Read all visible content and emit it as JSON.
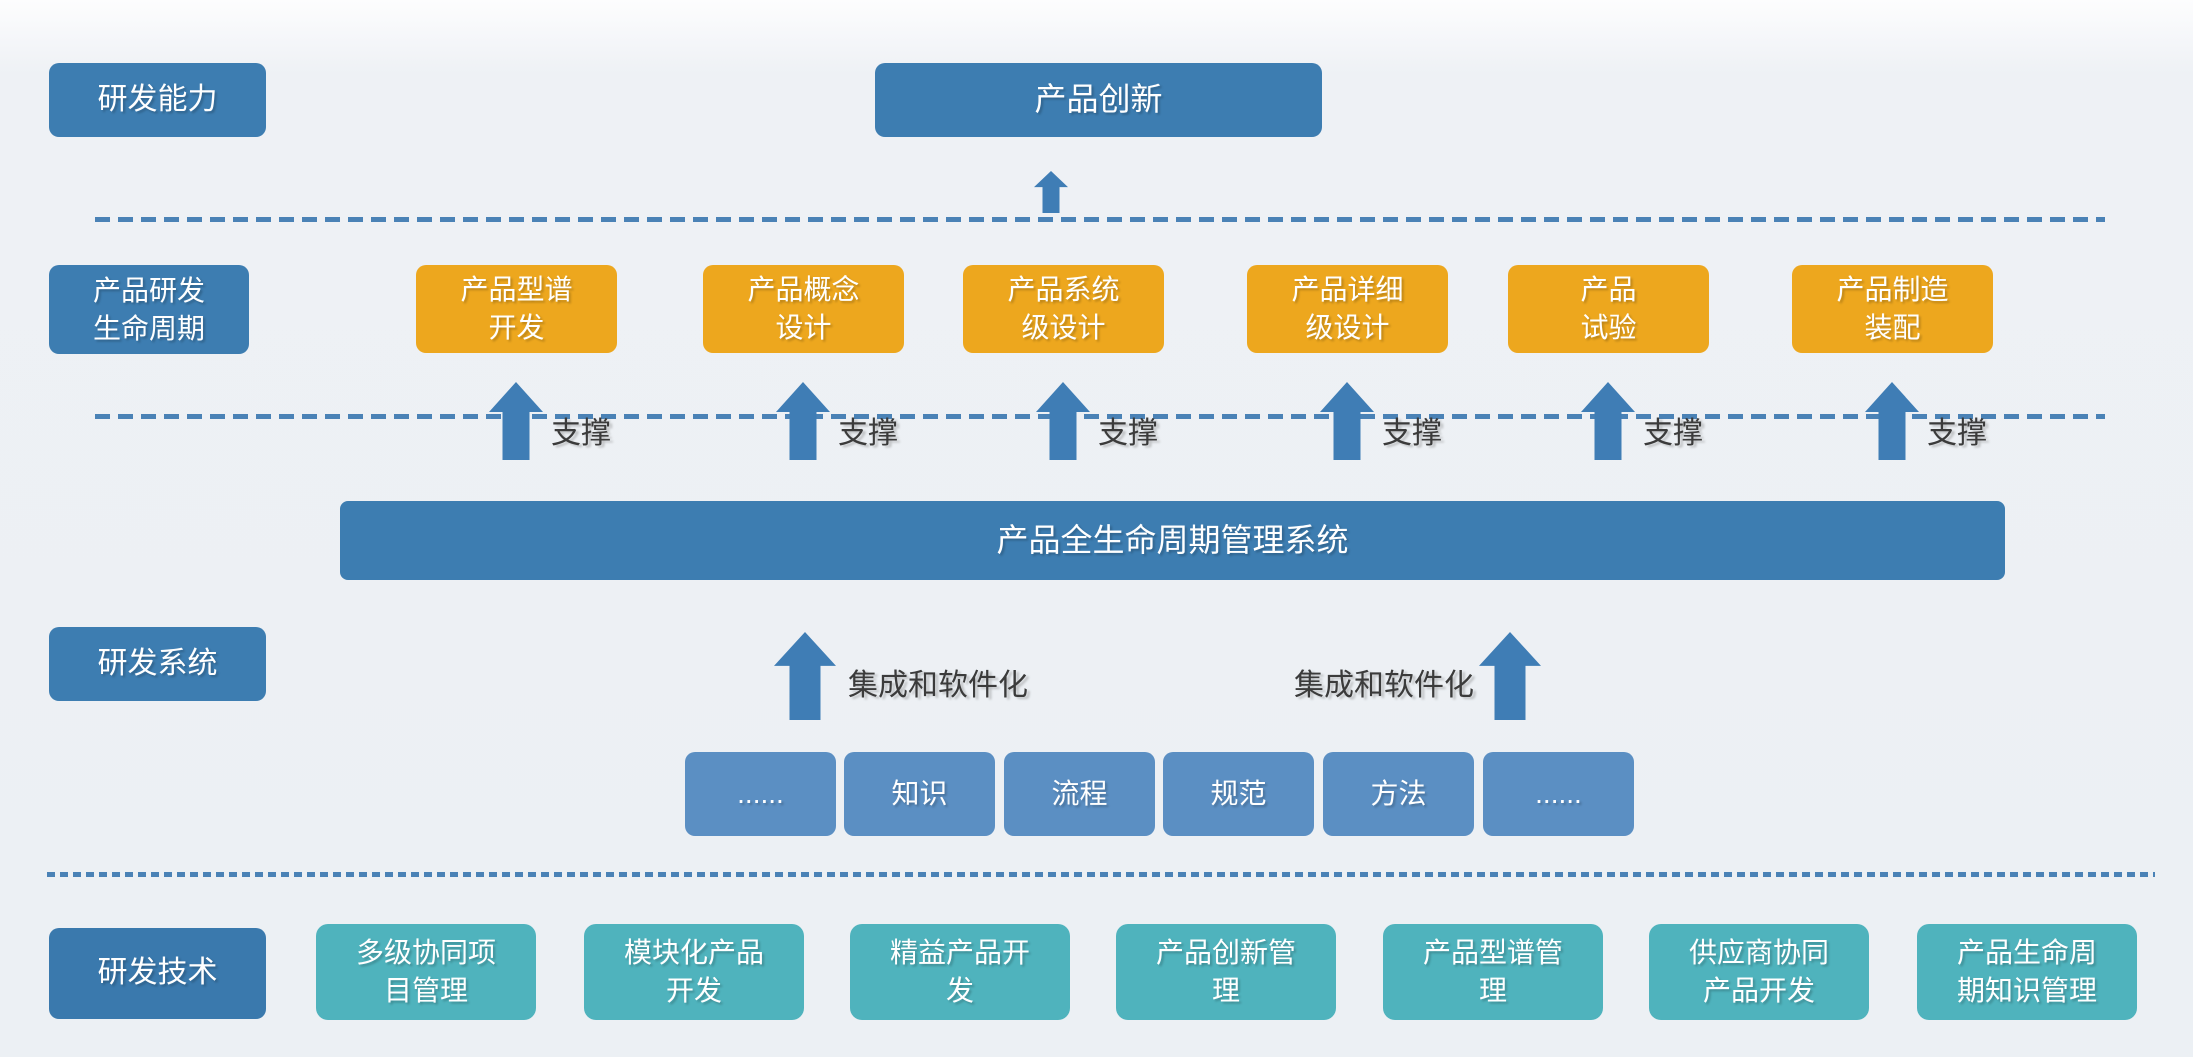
{
  "colors": {
    "blue": "#3d7db1",
    "blue_dark": "#3a79ad",
    "orange": "#eda71e",
    "medium_blue": "#5b8fc3",
    "teal": "#4fb3bd",
    "arrow": "#3f7db5",
    "dash_line": "#4a82b6",
    "label_text": "#3b3b3b",
    "box_text": "#ffffff"
  },
  "rows": {
    "capability": {
      "label": "研发能力",
      "target": "产品创新"
    },
    "lifecycle": {
      "label": "产品研发\n生命周期",
      "stages": [
        "产品型谱\n开发",
        "产品概念\n设计",
        "产品系统\n级设计",
        "产品详细\n级设计",
        "产品\n试验",
        "产品制造\n装配"
      ],
      "support_label": "支撑"
    },
    "system": {
      "label": "研发系统",
      "platform": "产品全生命周期管理系统",
      "integration_label": "集成和软件化",
      "elements": [
        "......",
        "知识",
        "流程",
        "规范",
        "方法",
        "......"
      ]
    },
    "technology": {
      "label": "研发技术",
      "items": [
        "多级协同项\n目管理",
        "模块化产品\n开发",
        "精益产品开\n发",
        "产品创新管\n理",
        "产品型谱管\n理",
        "供应商协同\n产品开发",
        "产品生命周\n期知识管理"
      ]
    }
  }
}
